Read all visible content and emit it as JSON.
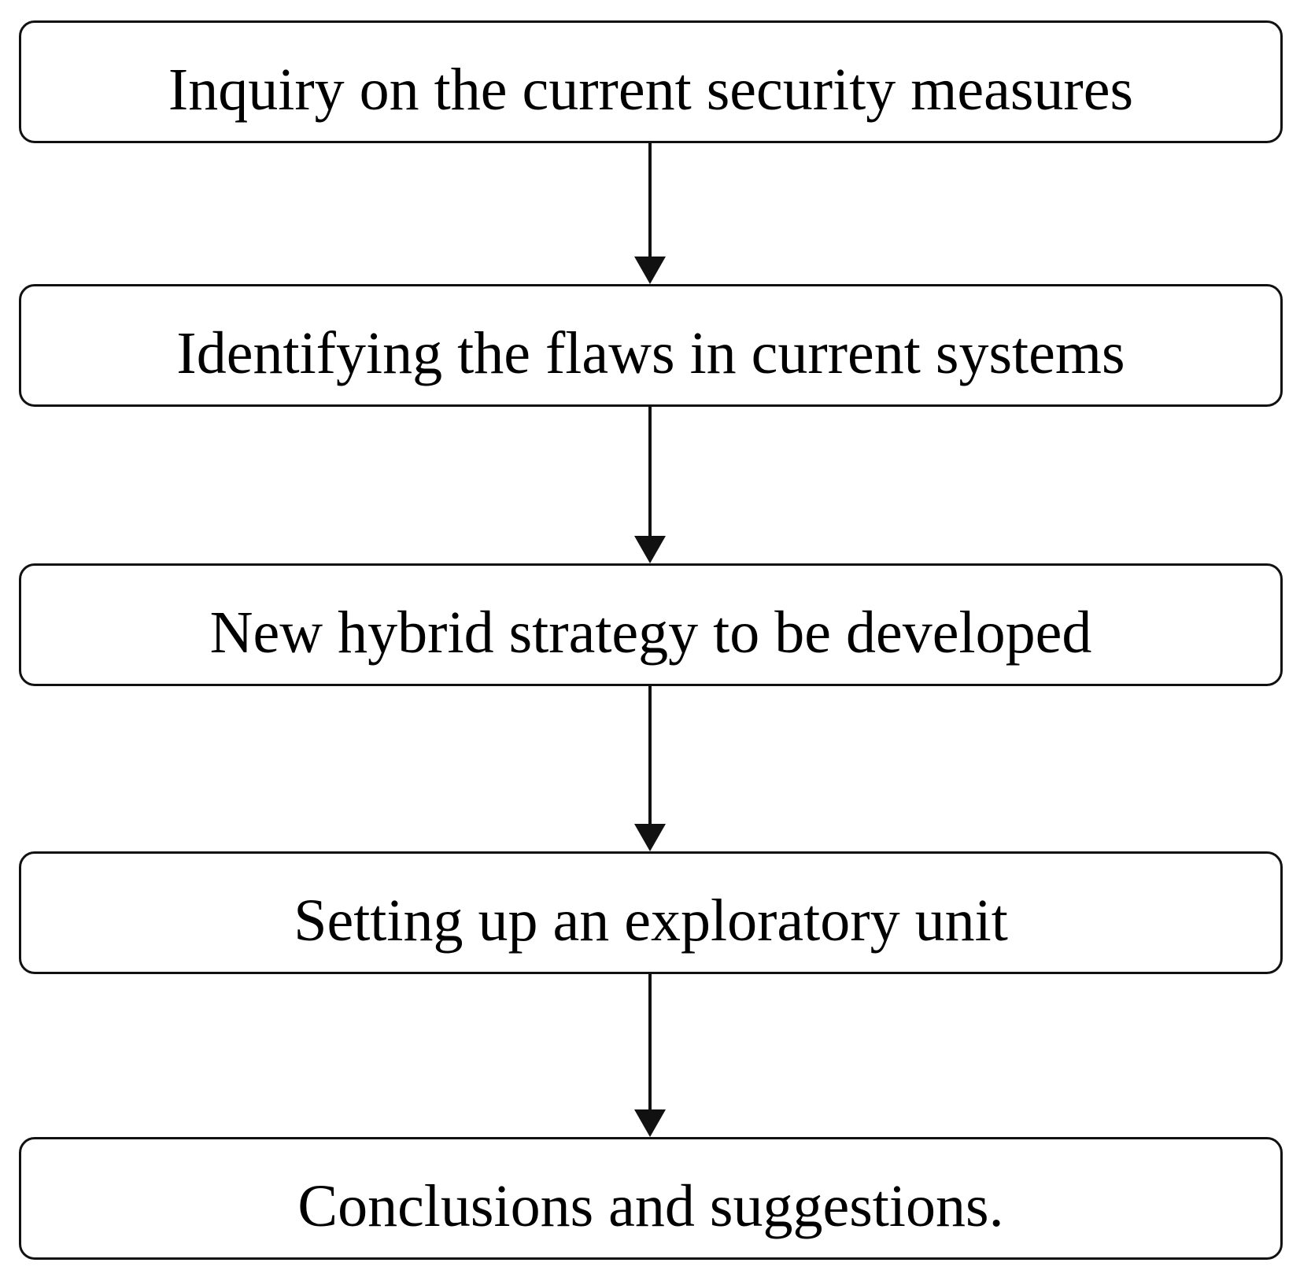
{
  "flow": {
    "steps": [
      {
        "label": "Inquiry on the current security measures"
      },
      {
        "label": "Identifying the flaws in current systems"
      },
      {
        "label": "New hybrid strategy to be developed"
      },
      {
        "label": "Setting up an exploratory unit"
      },
      {
        "label": "Conclusions and suggestions."
      }
    ],
    "colors": {
      "stroke": "#111111",
      "text": "#000000",
      "background": "#ffffff"
    }
  }
}
